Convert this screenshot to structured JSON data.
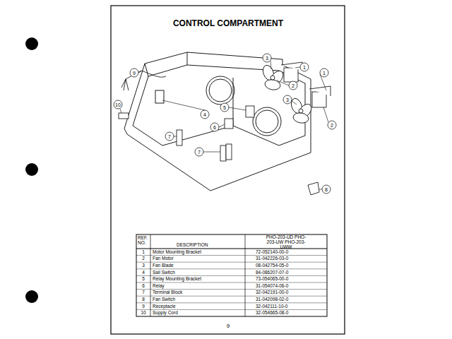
{
  "diagram": {
    "title": "CONTROL COMPARTMENT",
    "labels": [
      "1",
      "1",
      "2",
      "2",
      "3",
      "3",
      "4",
      "5",
      "6",
      "7",
      "7",
      "8",
      "9",
      "10",
      "REF. NO.",
      "DESCRIPTION",
      "PHO-203-UD PHO-203-UW PHO-203-UWW",
      "1",
      "Motor Mounting Bracket",
      "72-052140-00-0",
      "2",
      "Fan Motor",
      "31-042226-03-0",
      "3",
      "Fan Blade",
      "08-042754-05-0",
      "4",
      "Sail Switch",
      "84-086207-07-0",
      "5",
      "Relay Mounting Bracket",
      "73-054065-00-0",
      "6",
      "Relay",
      "31-054074-06-0",
      "7",
      "Terminal Block",
      "32-042191-00-0",
      "8",
      "Fan Switch",
      "31-042098-02-0",
      "9",
      "Receptacle",
      "32-042111-10-0",
      "10",
      "Supply Cord",
      "32-054665-08-0",
      "9"
    ]
  }
}
